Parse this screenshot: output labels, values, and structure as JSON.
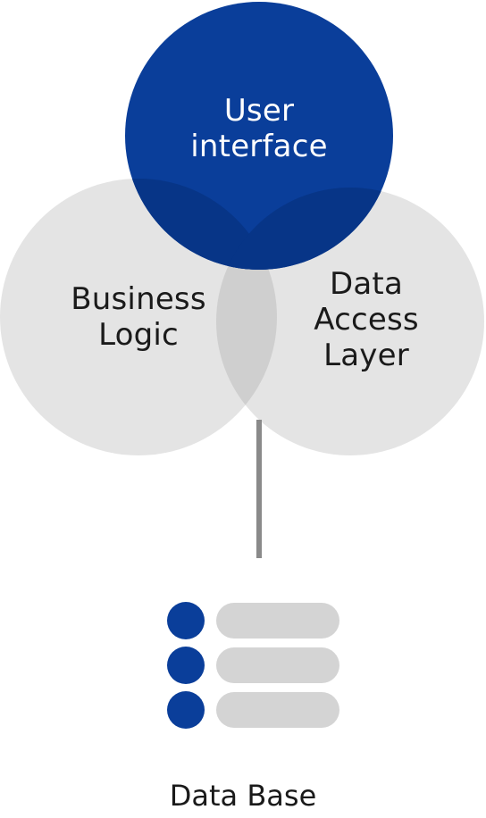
{
  "diagram": {
    "user_interface": {
      "line1": "User",
      "line2": "interface"
    },
    "business_logic": {
      "line1": "Business",
      "line2": "Logic"
    },
    "data_access_layer": {
      "line1": "Data",
      "line2": "Access",
      "line3": "Layer"
    },
    "database": {
      "label": "Data Base"
    }
  },
  "colors": {
    "accent_blue": "#0a3e9a",
    "circle_gray": "#e4e4e4",
    "overlap_gray": "#cfcfcf",
    "overlap_blue": "#073587",
    "connector_gray": "#8a8a8a",
    "bar_gray": "#d4d4d4"
  }
}
